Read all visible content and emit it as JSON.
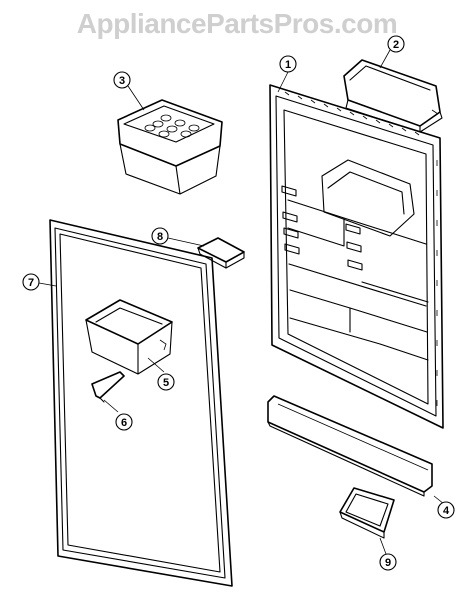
{
  "watermark": "AppliancePartsPros.com",
  "callouts": [
    {
      "label": "1"
    },
    {
      "label": "2"
    },
    {
      "label": "3"
    },
    {
      "label": "4"
    },
    {
      "label": "5"
    },
    {
      "label": "6"
    },
    {
      "label": "7"
    },
    {
      "label": "8"
    },
    {
      "label": "9"
    }
  ]
}
